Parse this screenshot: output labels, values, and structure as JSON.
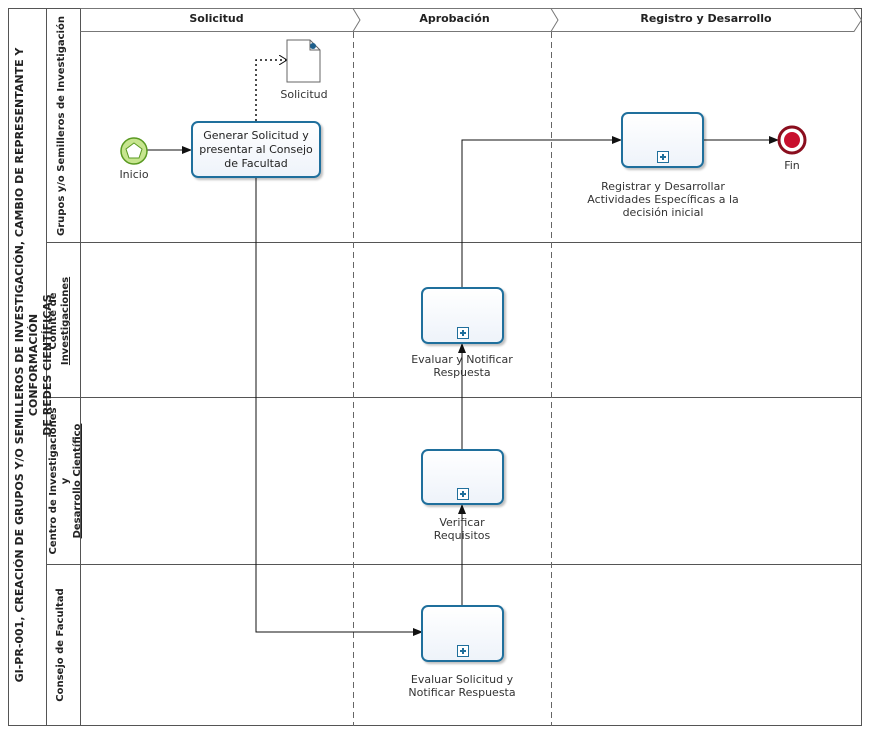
{
  "pool": {
    "title_line1": "GI-PR-001, CREACIÓN DE GRUPOS Y/O SEMILLEROS DE INVESTIGACIÓN, CAMBIO DE REPRESENTANTE Y CONFORMACIÓN",
    "title_line2": "DE REDES CIENTÍFICAS"
  },
  "phases": [
    "Solicitud",
    "Aprobación",
    "Registro y Desarrollo"
  ],
  "lanes": [
    {
      "line1": "Grupos y/o Semilleros de Investigación",
      "line2": ""
    },
    {
      "line1": "Comité de",
      "line2": "Investigaciones"
    },
    {
      "line1": "Centro de Investigaciones y",
      "line2": "Desarrollo Científico"
    },
    {
      "line1": "Consejo de Facultad",
      "line2": ""
    }
  ],
  "events": {
    "start": "Inicio",
    "end": "Fin"
  },
  "data_object": "Solicitud",
  "tasks": {
    "generar": [
      "Generar Solicitud  y",
      "presentar al Consejo",
      "de Facultad"
    ],
    "evaluar_solicitud": [
      "Evaluar Solicitud y",
      "Notificar Respuesta"
    ],
    "verificar": [
      "Verificar",
      "Requisitos"
    ],
    "evaluar_notificar": [
      "Evaluar y Notificar",
      "Respuesta"
    ],
    "registrar": [
      "Registrar y Desarrollar",
      "Actividades Específicas a la",
      "decisión inicial"
    ]
  },
  "colors": {
    "task_border": "#1f6f9c",
    "start_fill": "#c7e58f",
    "start_stroke": "#5a9a22",
    "end_fill": "#c8102e",
    "grid": "#7f7f7f"
  }
}
